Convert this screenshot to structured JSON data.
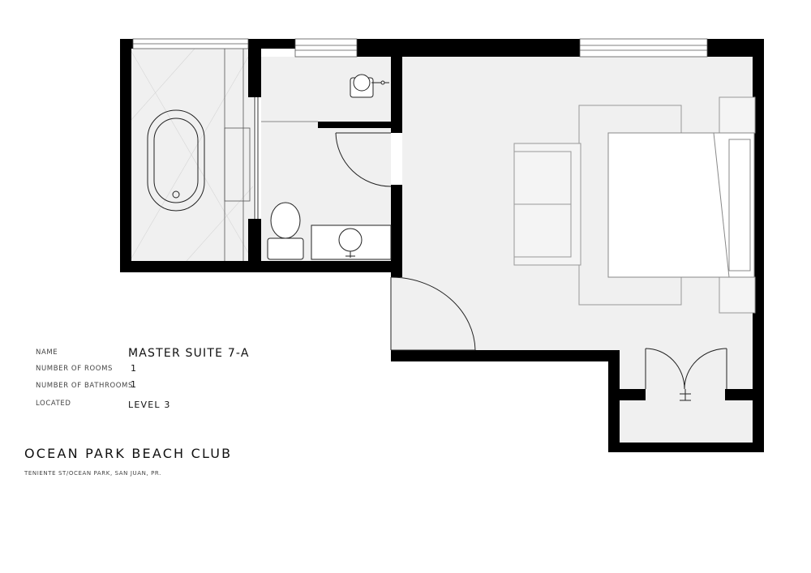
{
  "info": {
    "name_label": "NAME",
    "name_value": "MASTER SUITE 7-A",
    "rooms_label": "NUMBER OF ROOMS",
    "rooms_value": "1",
    "bathrooms_label": "NUMBER OF BATHROOMS",
    "bathrooms_value": "1",
    "located_label": "LOCATED",
    "located_value": "LEVEL 3"
  },
  "project": {
    "title": "OCEAN PARK BEACH CLUB",
    "address": "TENIENTE ST/OCEAN PARK, SAN JUAN, PR."
  },
  "colors": {
    "wall": "#000000",
    "floor": "#f0f0f0",
    "line": "#333333",
    "furniture_line": "#999999"
  }
}
